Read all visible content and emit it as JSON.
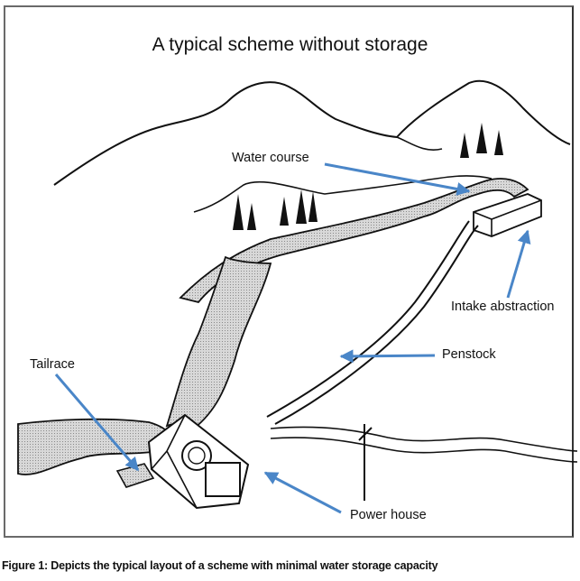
{
  "figure": {
    "title": "A typical scheme without storage",
    "caption": "Figure 1: Depicts the typical layout of a scheme with minimal water storage capacity",
    "arrow_color": "#4a86c8",
    "labels": {
      "water_course": "Water course",
      "intake_abstraction": "Intake abstraction",
      "penstock": "Penstock",
      "tailrace": "Tailrace",
      "power_house": "Power house"
    }
  }
}
